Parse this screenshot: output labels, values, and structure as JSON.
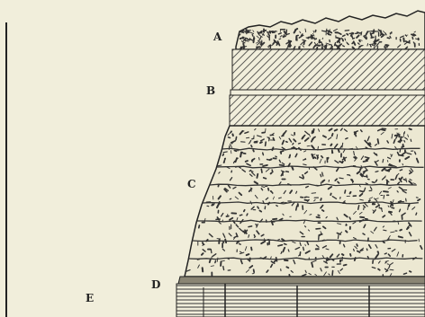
{
  "figure": {
    "labels": {
      "a": "A",
      "b": "B",
      "c": "C",
      "d": "D",
      "e": "E"
    },
    "colors": {
      "background": "#f1eedb",
      "ink": "#222222",
      "rock_fill": "#e9e5cf"
    },
    "layers": [
      {
        "id": "A",
        "pattern": "speckled-rock"
      },
      {
        "id": "B",
        "pattern": "diagonal-hatch-with-band"
      },
      {
        "id": "C",
        "pattern": "banded-conglomerate"
      },
      {
        "id": "D",
        "pattern": "thin-dark-band"
      },
      {
        "id": "E",
        "pattern": "horizontal-lined-blocks"
      }
    ]
  }
}
